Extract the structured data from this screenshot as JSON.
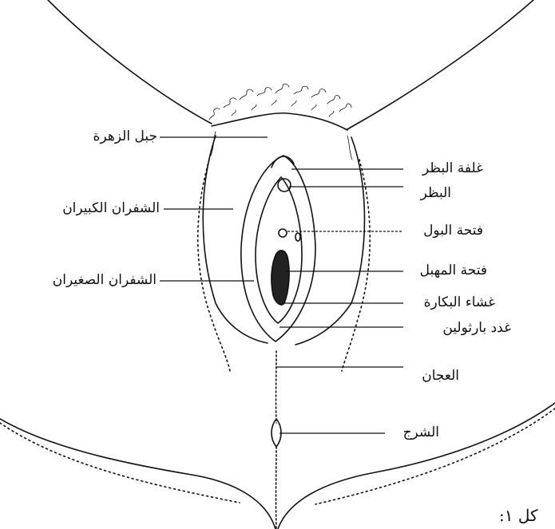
{
  "diagram": {
    "labels_left": [
      {
        "id": "mons",
        "text": "جبل الزهرة"
      },
      {
        "id": "labia-majora",
        "text": "الشفران الكبيران"
      },
      {
        "id": "labia-minora",
        "text": "الشفران الصغيران"
      }
    ],
    "labels_right": [
      {
        "id": "clitoral-hood",
        "text": "غلفة البظر"
      },
      {
        "id": "clitoris",
        "text": "البظر"
      },
      {
        "id": "urethral-opening",
        "text": "فتحة البول"
      },
      {
        "id": "vaginal-opening",
        "text": "فتحة المهبل"
      },
      {
        "id": "hymen",
        "text": "غشاء البكارة"
      },
      {
        "id": "bartholin-glands",
        "text": "غدد بارثولين"
      },
      {
        "id": "perineum",
        "text": "العجان"
      },
      {
        "id": "anus",
        "text": "الشرج"
      }
    ],
    "figure_caption": "كل ١:"
  },
  "colors": {
    "ink": "#111111",
    "background": "#ffffff"
  }
}
